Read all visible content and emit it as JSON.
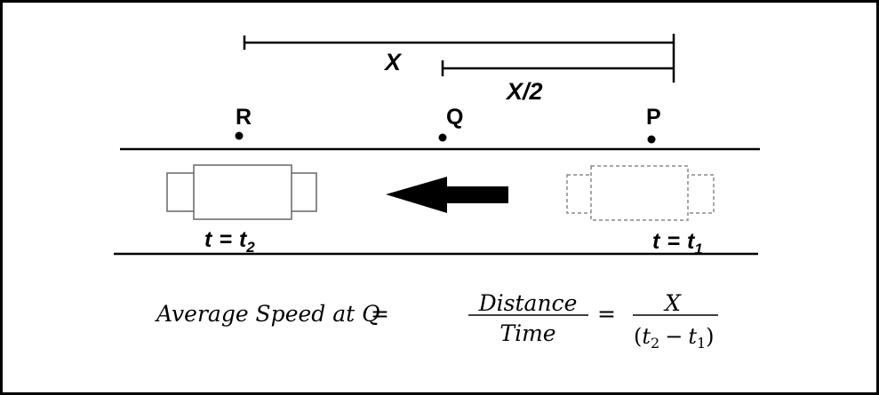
{
  "dimensions": {
    "full_distance": "X",
    "half_distance": "X/2"
  },
  "points": {
    "r": "R",
    "q": "Q",
    "p": "P"
  },
  "times": {
    "start_var": "t",
    "start_eq": "=",
    "start_base": "t",
    "start_sub": "1",
    "end_var": "t",
    "end_eq": "=",
    "end_base": "t",
    "end_sub": "2"
  },
  "formula": {
    "lhs": "Average Speed at Q",
    "eq1": "=",
    "num1": "Distance",
    "den1": "Time",
    "eq2": "=",
    "num2": "X",
    "den_open": "(",
    "den_t2": "t",
    "den_sub2": "2",
    "den_minus": "−",
    "den_t1": "t",
    "den_sub1": "1",
    "den_close": ")"
  }
}
